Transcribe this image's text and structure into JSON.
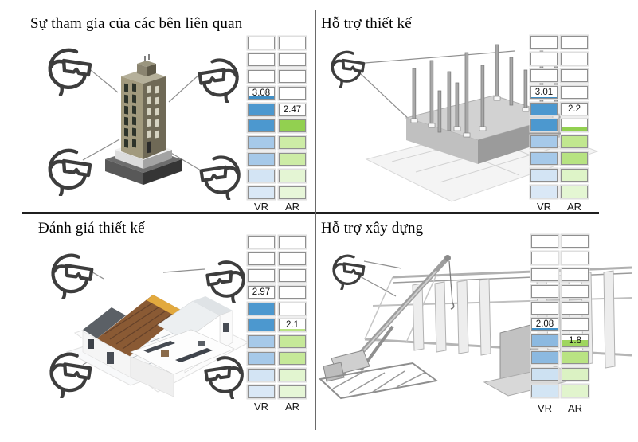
{
  "figure": {
    "background": "#ffffff",
    "horizontal_divider_color": "#1f1f1f",
    "vertical_divider_color": "#6a6a6a"
  },
  "icons": {
    "vr_headset": "vr-headset-icon"
  },
  "scale": {
    "rows": 10,
    "max": 5,
    "units_per_cell": 0.5
  },
  "quadrants": [
    {
      "id": "stakeholder-engagement",
      "title": "Sự tham gia của các bên liên quan",
      "illustration": "tower-building-illustration",
      "headset_count": 4,
      "vr": {
        "label": "VR",
        "value": "3.08",
        "value_row": 3,
        "cells": [
          {
            "f": 0,
            "c": null
          },
          {
            "f": 0,
            "c": null
          },
          {
            "f": 0,
            "c": null
          },
          {
            "f": 0.18,
            "c": "#3e8ec6"
          },
          {
            "f": 1,
            "c": "#4c98cf"
          },
          {
            "f": 1,
            "c": "#4c98cf"
          },
          {
            "f": 1,
            "c": "#a6c9e9"
          },
          {
            "f": 1,
            "c": "#a6c9e9"
          },
          {
            "f": 1,
            "c": "#d3e4f4"
          },
          {
            "f": 1,
            "c": "#dae8f6"
          }
        ]
      },
      "ar": {
        "label": "AR",
        "value": "2.47",
        "value_row": 4,
        "cells": [
          {
            "f": 0,
            "c": null
          },
          {
            "f": 0,
            "c": null
          },
          {
            "f": 0,
            "c": null
          },
          {
            "f": 0,
            "c": null
          },
          {
            "f": 0,
            "c": null
          },
          {
            "f": 1,
            "c": "#92d050"
          },
          {
            "f": 1,
            "c": "#cdeca6"
          },
          {
            "f": 1,
            "c": "#cdeca6"
          },
          {
            "f": 1,
            "c": "#e4f5d4"
          },
          {
            "f": 1,
            "c": "#e7f6d9"
          }
        ]
      }
    },
    {
      "id": "design-support",
      "title": "Hỗ trợ thiết kế",
      "illustration": "structural-frame-illustration",
      "headset_count": 1,
      "vr": {
        "label": "VR",
        "value": "3.01",
        "value_row": 3,
        "cells": [
          {
            "f": 0,
            "c": null
          },
          {
            "f": 0,
            "c": null
          },
          {
            "f": 0,
            "c": null
          },
          {
            "f": 0.04,
            "c": "#3e8ec6"
          },
          {
            "f": 1,
            "c": "#4c98cf"
          },
          {
            "f": 1,
            "c": "#4c98cf"
          },
          {
            "f": 1,
            "c": "#a6c9e9"
          },
          {
            "f": 1,
            "c": "#a6c9e9"
          },
          {
            "f": 1,
            "c": "#d3e4f4"
          },
          {
            "f": 1,
            "c": "#dae8f6"
          }
        ]
      },
      "ar": {
        "label": "AR",
        "value": "2.2",
        "value_row": 4,
        "cells": [
          {
            "f": 0,
            "c": null
          },
          {
            "f": 0,
            "c": null
          },
          {
            "f": 0,
            "c": null
          },
          {
            "f": 0,
            "c": null
          },
          {
            "f": 0,
            "c": null
          },
          {
            "f": 0.42,
            "c": "#92d050"
          },
          {
            "f": 1,
            "c": "#c1e78f"
          },
          {
            "f": 1,
            "c": "#b7e382"
          },
          {
            "f": 1,
            "c": "#def4c8"
          },
          {
            "f": 1,
            "c": "#e4f6d3"
          }
        ]
      }
    },
    {
      "id": "design-review",
      "title": "Đánh giá thiết kế",
      "illustration": "house-model-illustration",
      "headset_count": 4,
      "vr": {
        "label": "VR",
        "value": "2.97",
        "value_row": 3,
        "cells": [
          {
            "f": 0,
            "c": null
          },
          {
            "f": 0,
            "c": null
          },
          {
            "f": 0,
            "c": null
          },
          {
            "f": 0,
            "c": null
          },
          {
            "f": 1,
            "c": "#4c98cf"
          },
          {
            "f": 1,
            "c": "#4c98cf"
          },
          {
            "f": 1,
            "c": "#a6c9e9"
          },
          {
            "f": 1,
            "c": "#a6c9e9"
          },
          {
            "f": 1,
            "c": "#d3e4f4"
          },
          {
            "f": 1,
            "c": "#dae8f6"
          }
        ]
      },
      "ar": {
        "label": "AR",
        "value": "2.1",
        "value_row": 5,
        "cells": [
          {
            "f": 0,
            "c": null
          },
          {
            "f": 0,
            "c": null
          },
          {
            "f": 0,
            "c": null
          },
          {
            "f": 0,
            "c": null
          },
          {
            "f": 0,
            "c": null
          },
          {
            "f": 0.2,
            "c": "#b9e383"
          },
          {
            "f": 1,
            "c": "#c6e999"
          },
          {
            "f": 1,
            "c": "#c6e999"
          },
          {
            "f": 1,
            "c": "#e2f5d0"
          },
          {
            "f": 1,
            "c": "#e6f6d7"
          }
        ]
      }
    },
    {
      "id": "construction-support",
      "title": "Hỗ trợ xây dựng",
      "illustration": "crane-construction-illustration",
      "headset_count": 1,
      "vr": {
        "label": "VR",
        "value": "2.08",
        "value_row": 5,
        "cells": [
          {
            "f": 0,
            "c": null
          },
          {
            "f": 0,
            "c": null
          },
          {
            "f": 0,
            "c": null
          },
          {
            "f": 0,
            "c": null
          },
          {
            "f": 0,
            "c": null
          },
          {
            "f": 0.16,
            "c": "#4190c8"
          },
          {
            "f": 1,
            "c": "#8cb9e0"
          },
          {
            "f": 1,
            "c": "#8cb9e0"
          },
          {
            "f": 1,
            "c": "#cde1f2"
          },
          {
            "f": 1,
            "c": "#d3e5f4"
          }
        ]
      },
      "ar": {
        "label": "AR",
        "value": "1.8",
        "value_row": 6,
        "cells": [
          {
            "f": 0,
            "c": null
          },
          {
            "f": 0,
            "c": null
          },
          {
            "f": 0,
            "c": null
          },
          {
            "f": 0,
            "c": null
          },
          {
            "f": 0,
            "c": null
          },
          {
            "f": 0,
            "c": null
          },
          {
            "f": 0.6,
            "c": "#9fd65f"
          },
          {
            "f": 1,
            "c": "#b9e383"
          },
          {
            "f": 1,
            "c": "#dbf2c3"
          },
          {
            "f": 1,
            "c": "#e1f4cd"
          }
        ]
      }
    }
  ],
  "chart_data": {
    "type": "bar",
    "categories": [
      "Sự tham gia của các bên liên quan",
      "Hỗ trợ thiết kế",
      "Đánh giá thiết kế",
      "Hỗ trợ xây dựng"
    ],
    "series": [
      {
        "name": "VR",
        "values": [
          3.08,
          3.01,
          2.97,
          2.08
        ],
        "color": "#4c98cf"
      },
      {
        "name": "AR",
        "values": [
          2.47,
          2.2,
          2.1,
          1.8
        ],
        "color": "#92d050"
      }
    ],
    "ylim": [
      0,
      5
    ],
    "note": "Each column is a 10-cell gauge; one cell = 0.5 points",
    "legend_position": "below-columns"
  }
}
